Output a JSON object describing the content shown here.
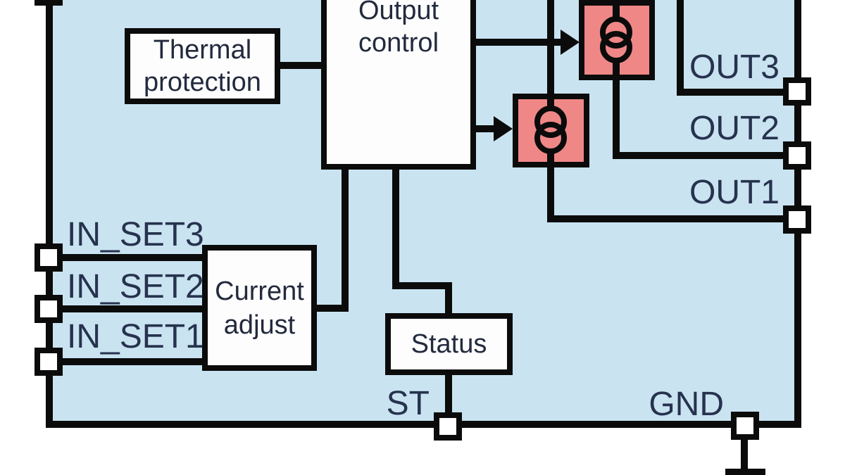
{
  "diagram": {
    "type": "ic-block-diagram",
    "blocks": {
      "thermal": {
        "label": "Thermal\nprotection"
      },
      "output_control": {
        "label": "Output\ncontrol"
      },
      "current_adjust": {
        "label": "Current\nadjust"
      },
      "status": {
        "label": "Status"
      },
      "current_source_count_visible": 2
    },
    "pins": {
      "left": [
        {
          "name": "IN_SET3"
        },
        {
          "name": "IN_SET2"
        },
        {
          "name": "IN_SET1"
        }
      ],
      "right": [
        {
          "name": "OUT3"
        },
        {
          "name": "OUT2"
        },
        {
          "name": "OUT1"
        }
      ],
      "bottom": [
        {
          "name": "ST"
        },
        {
          "name": "GND"
        }
      ]
    },
    "colors": {
      "chip_fill": "#c9e3f1",
      "block_fill": "#fdfdfd",
      "current_source_fill": "#f08787",
      "line": "#0b0b0b",
      "pin_label_text": "#26324e",
      "block_label_text": "#232a3e",
      "background": "#ffffff"
    }
  }
}
